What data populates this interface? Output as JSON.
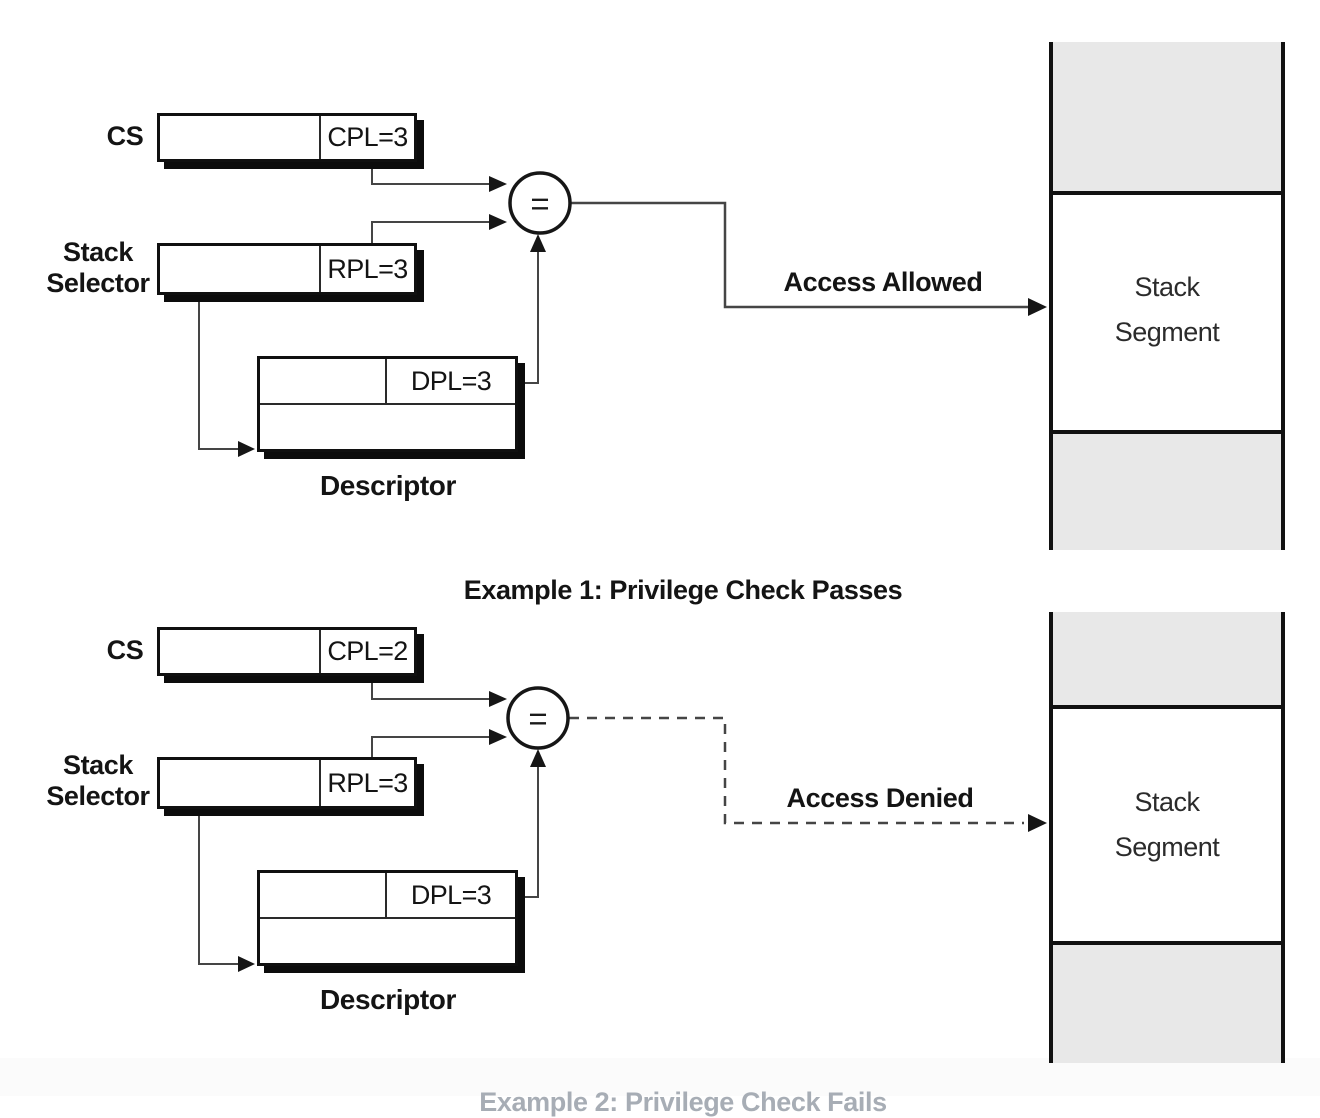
{
  "figure": {
    "caption_top": "Example 1: Privilege Check Passes",
    "caption_bottom": "Example 2: Privilege Check Fails",
    "example1": {
      "cs_label": "CS",
      "cs_field": "CPL=3",
      "selector_label_line1": "Stack",
      "selector_label_line2": "Selector",
      "selector_field": "RPL=3",
      "descriptor_field": "DPL=3",
      "descriptor_label": "Descriptor",
      "comparator_symbol": "=",
      "result_label": "Access Allowed",
      "segment_label_line1": "Stack",
      "segment_label_line2": "Segment"
    },
    "example2": {
      "cs_label": "CS",
      "cs_field": "CPL=2",
      "selector_label_line1": "Stack",
      "selector_label_line2": "Selector",
      "selector_field": "RPL=3",
      "descriptor_field": "DPL=3",
      "descriptor_label": "Descriptor",
      "comparator_symbol": "=",
      "result_label": "Access Denied",
      "segment_label_line1": "Stack",
      "segment_label_line2": "Segment"
    },
    "colors": {
      "ink": "#141414",
      "connector": "#454545",
      "segment_fill": "#e8e8e8",
      "background": "#ffffff"
    }
  }
}
